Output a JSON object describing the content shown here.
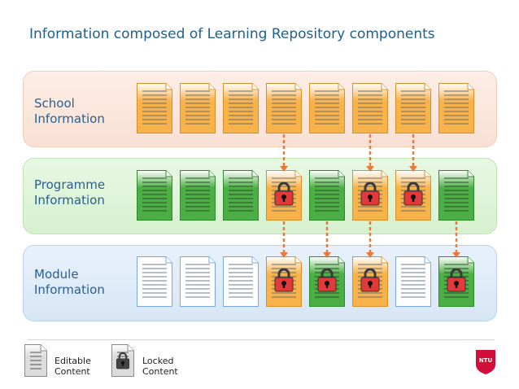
{
  "title": "Information composed of Learning Repository components",
  "bands": {
    "school": {
      "label_line1": "School",
      "label_line2": "Information",
      "docs": [
        "orange",
        "orange",
        "orange",
        "orange",
        "orange",
        "orange",
        "orange",
        "orange"
      ]
    },
    "programme": {
      "label_line1": "Programme",
      "label_line2": "Information",
      "docs": [
        "green",
        "green",
        "green",
        "orange-locked",
        "green",
        "orange-locked",
        "orange-locked",
        "green"
      ]
    },
    "module": {
      "label_line1": "Module",
      "label_line2": "Information",
      "docs": [
        "blue",
        "blue",
        "blue",
        "orange-locked",
        "green-locked",
        "orange-locked",
        "blue",
        "green-locked"
      ]
    }
  },
  "arrows": {
    "school_to_programme_columns": [
      4,
      6,
      7
    ],
    "programme_to_module_columns": [
      4,
      5,
      6,
      8
    ]
  },
  "legend": {
    "editable_line1": "Editable",
    "editable_line2": "Content",
    "locked_line1": "Locked",
    "locked_line2": "Content"
  },
  "logo_text": "NTU",
  "colors": {
    "orange_doc": "#f7b24a",
    "green_doc": "#4caf45",
    "blue_doc": "#7aa9dc",
    "lock_red": "#e23a3a",
    "arrow": "#e87a3d",
    "title": "#1f5f8b",
    "logo_red": "#d0103a"
  },
  "icons": {
    "document": "document-icon",
    "lock": "padlock-icon"
  }
}
